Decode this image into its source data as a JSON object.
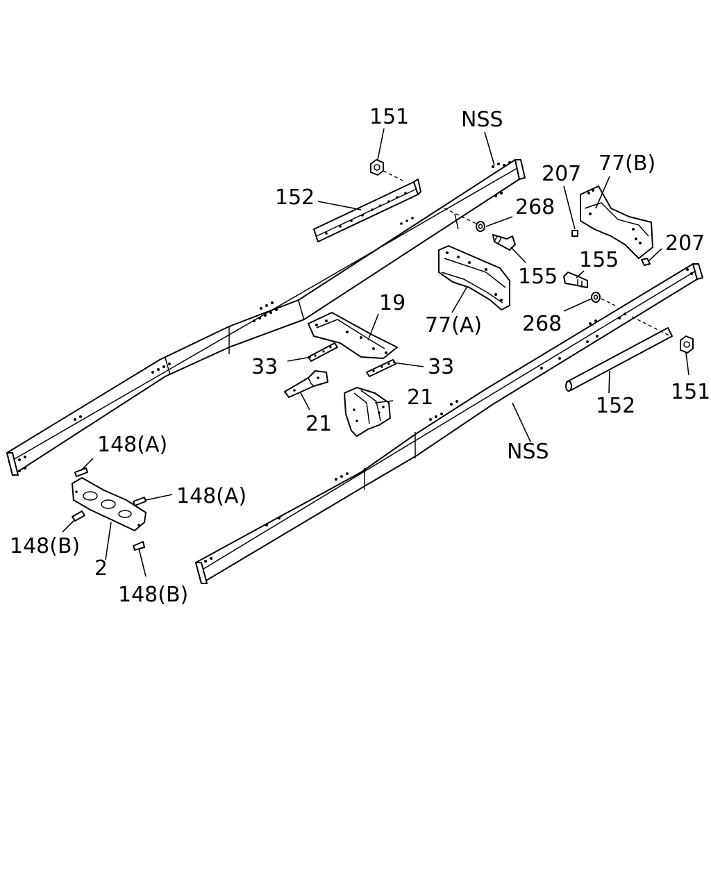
{
  "diagram": {
    "callouts": {
      "nss_left": "NSS",
      "nss_right": "NSS",
      "p151_top": "151",
      "p151_right": "151",
      "p152_top": "152",
      "p152_right": "152",
      "p268_top": "268",
      "p268_right": "268",
      "p155_top": "155",
      "p155_right": "155",
      "p207_top": "207",
      "p207_right": "207",
      "p77b": "77(B)",
      "p77a": "77(A)",
      "p19": "19",
      "p33_left": "33",
      "p33_right": "33",
      "p21_left": "21",
      "p21_right": "21",
      "p148a_top": "148(A)",
      "p148a_right": "148(A)",
      "p148b_left": "148(B)",
      "p148b_bottom": "148(B)",
      "p2": "2"
    }
  }
}
